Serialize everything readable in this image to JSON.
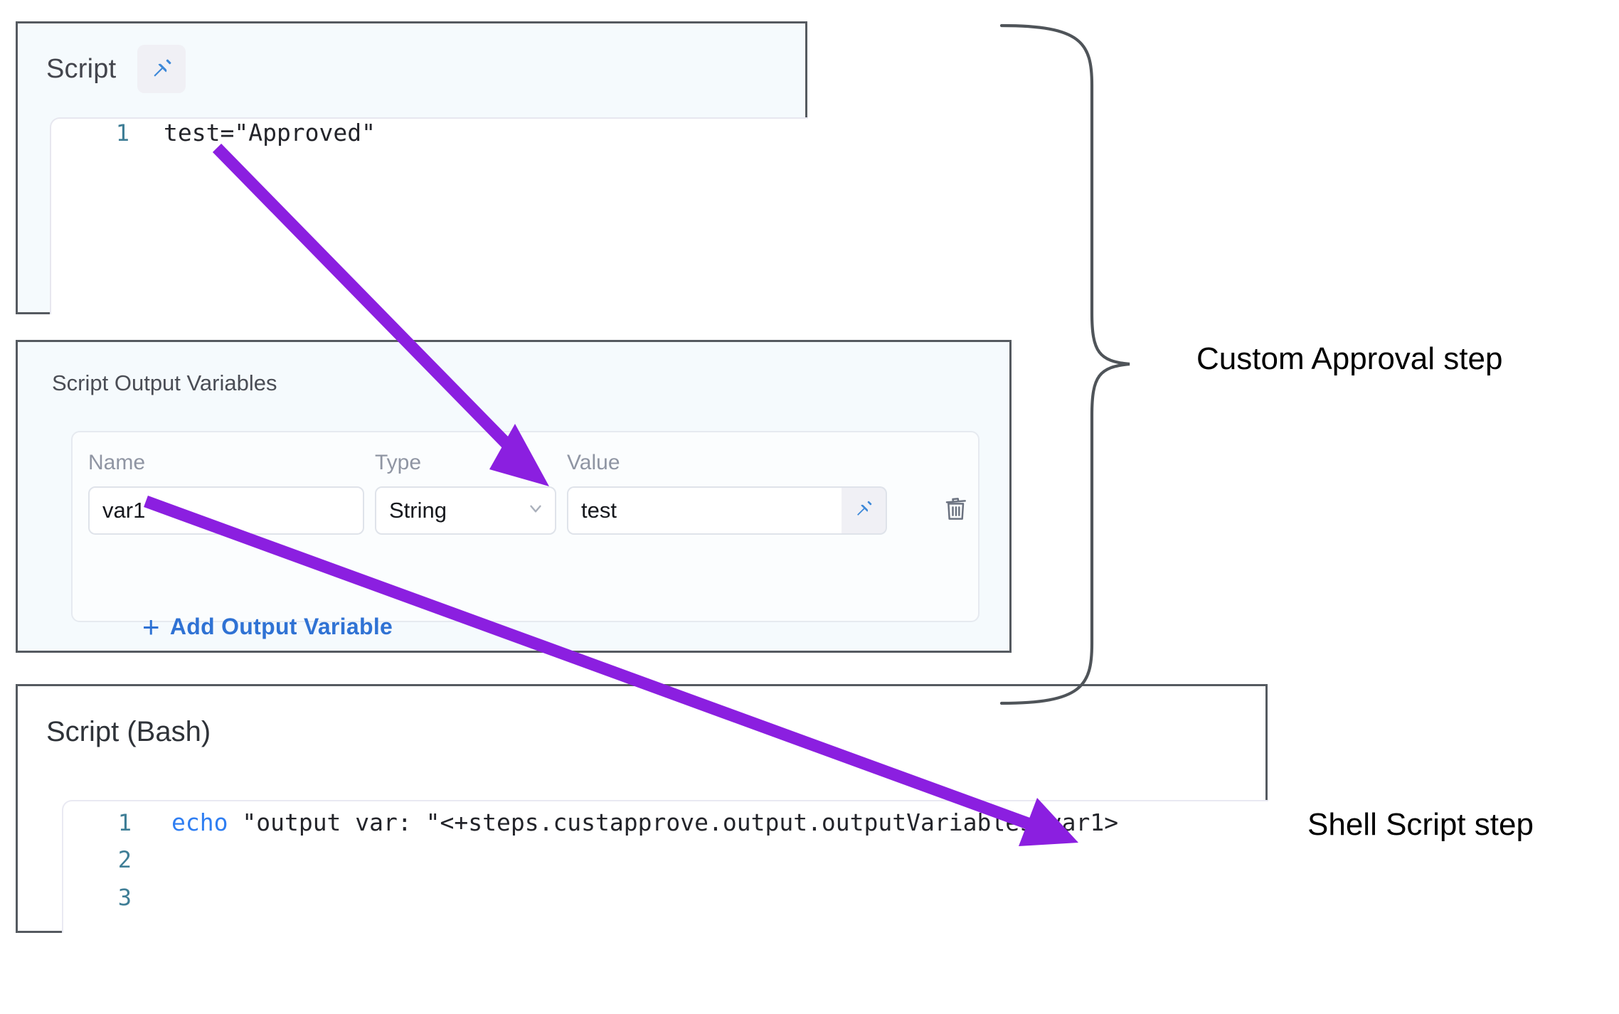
{
  "colors": {
    "arrow": "#8b1fe0",
    "brace": "#4f5459",
    "panel_border": "#555a60",
    "panel_bg": "#f5fafd",
    "link_blue": "#2f72d4",
    "pin_blue": "#3b87d8",
    "keyword_blue": "#2f7ef2",
    "line_number": "#3f7e96"
  },
  "script_panel": {
    "title": "Script",
    "pin_icon": "pin-icon",
    "code": [
      {
        "line_no": "1",
        "keyword": "",
        "text": "test=\"Approved\""
      }
    ]
  },
  "output_variables_panel": {
    "title": "Script Output Variables",
    "columns": [
      "Name",
      "Type",
      "Value"
    ],
    "rows": [
      {
        "name": "var1",
        "type": "String",
        "value": "test",
        "type_chevron_icon": "chevron-down-icon",
        "value_pin_icon": "pin-icon",
        "delete_icon": "trash-icon"
      }
    ],
    "add_variable_label": "Add Output Variable",
    "add_variable_plus": "+"
  },
  "bash_panel": {
    "title": "Script (Bash)",
    "code": [
      {
        "line_no": "1",
        "keyword": "echo",
        "text": " \"output var: \"<+steps.custapprove.output.outputVariables.var1>"
      },
      {
        "line_no": "2",
        "keyword": "",
        "text": ""
      },
      {
        "line_no": "3",
        "keyword": "",
        "text": ""
      }
    ]
  },
  "annotations": {
    "custom_approval": "Custom Approval step",
    "shell_script": "Shell Script step"
  }
}
